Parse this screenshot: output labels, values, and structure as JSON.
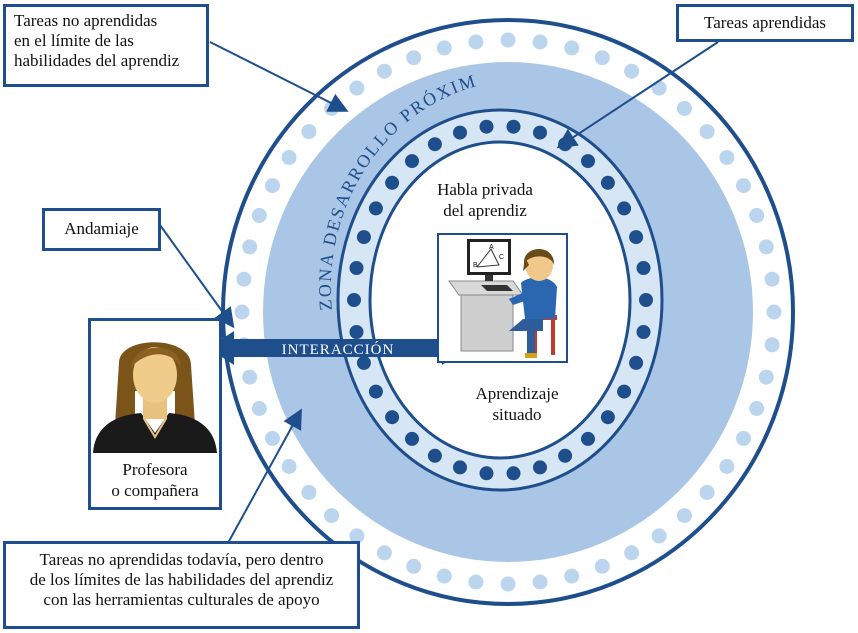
{
  "zone_label": "ZONA DESARROLLO PRÓXIMO",
  "interaction_label": "INTERACCIÓN",
  "inner": {
    "private_speech": [
      "Habla privada",
      "del aprendiz"
    ],
    "situated": [
      "Aprendizaje",
      "situado"
    ]
  },
  "callouts": {
    "top_left": [
      "Tareas no aprendidas",
      "en el límite de las",
      "habilidades del aprendiz"
    ],
    "top_right": [
      "Tareas aprendidas"
    ],
    "scaffold": [
      "Andamiaje"
    ],
    "bottom": [
      "Tareas no aprendidas todavía, pero dentro",
      "de los límites de las habilidades del aprendiz",
      "con las herramientas culturales de apoyo"
    ]
  },
  "teacher_caption": [
    "Profesora",
    "o compañera"
  ],
  "monitor_letters": [
    "A",
    "B",
    "C"
  ],
  "colors": {
    "dark_blue": "#1f4e8c",
    "mid_blue": "#a9c6e6",
    "light_blue": "#d7e6f5",
    "dot_light": "#bcd5ee"
  }
}
